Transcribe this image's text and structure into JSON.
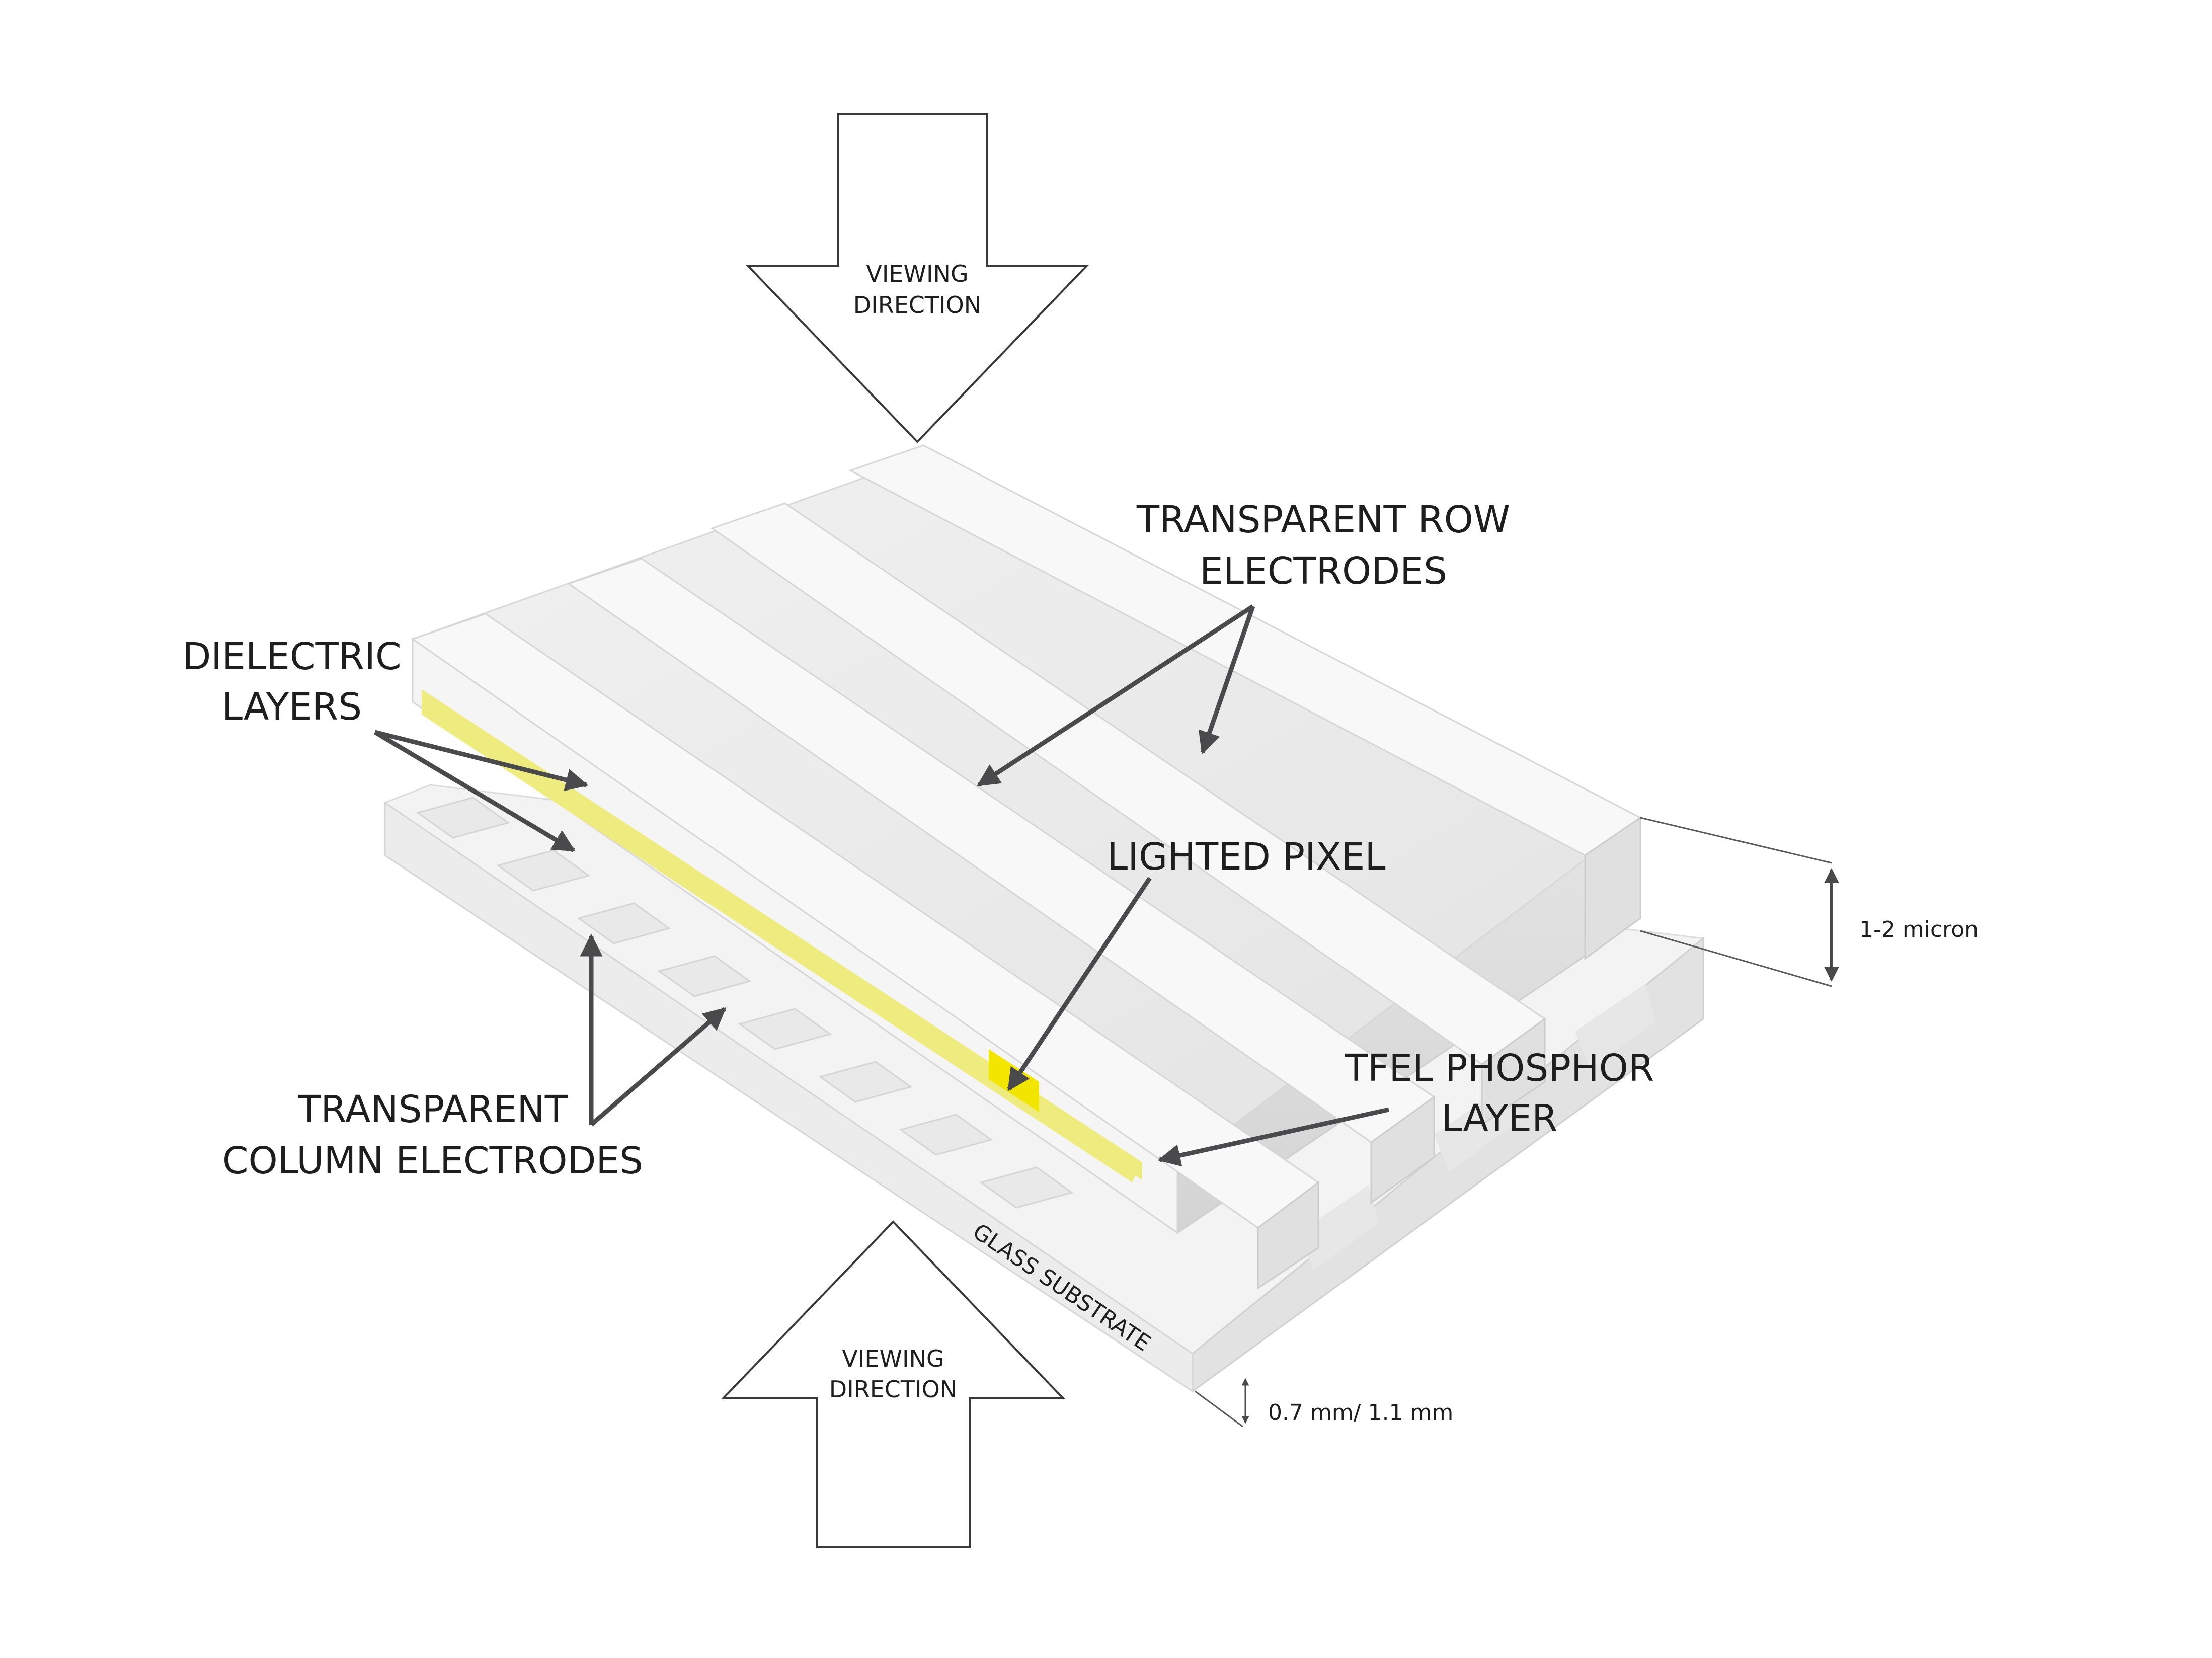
{
  "viewing_direction_top": {
    "line1": "VIEWING",
    "line2": "DIRECTION"
  },
  "viewing_direction_bottom": {
    "line1": "VIEWING",
    "line2": "DIRECTION"
  },
  "labels": {
    "row_electrodes": {
      "line1": "TRANSPARENT ROW",
      "line2": "ELECTRODES"
    },
    "dielectric_layers": {
      "line1": "DIELECTRIC",
      "line2": "LAYERS"
    },
    "lighted_pixel": "LIGHTED PIXEL",
    "phosphor_layer": {
      "line1": "TFEL PHOSPHOR",
      "line2": "LAYER"
    },
    "column_electrodes": {
      "line1": "TRANSPARENT",
      "line2": "COLUMN ELECTRODES"
    },
    "glass_substrate": "GLASS SUBSTRATE"
  },
  "dimensions": {
    "film_thickness": "1-2 micron",
    "glass_thickness": "0.7 mm/ 1.1 mm"
  },
  "colors": {
    "phosphor": "#eeec7e",
    "lighted_pixel": "#f2e600",
    "arrow": "#4a4a4c",
    "material": "#f2f2f2"
  }
}
